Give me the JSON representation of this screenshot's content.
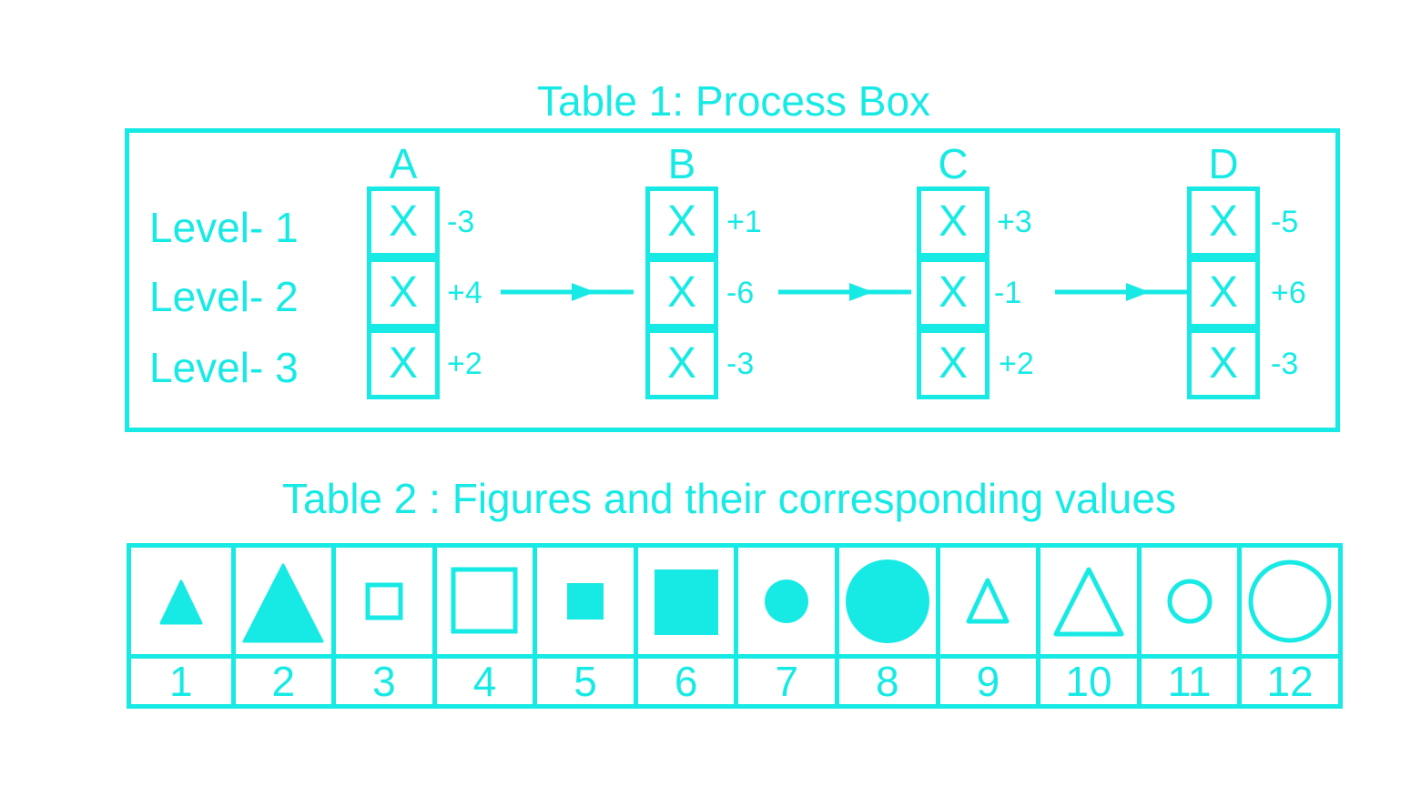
{
  "colors": {
    "accent": "#17eae5",
    "background": "#ffffff"
  },
  "table1": {
    "title": "Table 1: Process Box",
    "levels": [
      "Level- 1",
      "Level- 2",
      "Level- 3"
    ],
    "columns": [
      {
        "label": "A",
        "cells": [
          "X",
          "X",
          "X"
        ],
        "modifiers": [
          "-3",
          "+4",
          "+2"
        ]
      },
      {
        "label": "B",
        "cells": [
          "X",
          "X",
          "X"
        ],
        "modifiers": [
          "+1",
          "-6",
          "-3"
        ]
      },
      {
        "label": "C",
        "cells": [
          "X",
          "X",
          "X"
        ],
        "modifiers": [
          "+3",
          "-1",
          "+2"
        ]
      },
      {
        "label": "D",
        "cells": [
          "X",
          "X",
          "X"
        ],
        "modifiers": [
          "-5",
          "+6",
          "-3"
        ]
      }
    ],
    "arrow_count": 3
  },
  "table2": {
    "title": "Table 2 : Figures and their corresponding values",
    "figures": [
      {
        "shape": "triangle-small-filled",
        "value": "1"
      },
      {
        "shape": "triangle-large-filled",
        "value": "2"
      },
      {
        "shape": "square-small-outline",
        "value": "3"
      },
      {
        "shape": "square-large-outline",
        "value": "4"
      },
      {
        "shape": "square-small-filled",
        "value": "5"
      },
      {
        "shape": "square-large-filled",
        "value": "6"
      },
      {
        "shape": "circle-small-filled",
        "value": "7"
      },
      {
        "shape": "circle-large-filled",
        "value": "8"
      },
      {
        "shape": "triangle-small-outline",
        "value": "9"
      },
      {
        "shape": "triangle-large-outline",
        "value": "10"
      },
      {
        "shape": "circle-small-outline",
        "value": "11"
      },
      {
        "shape": "circle-large-outline",
        "value": "12"
      }
    ]
  }
}
